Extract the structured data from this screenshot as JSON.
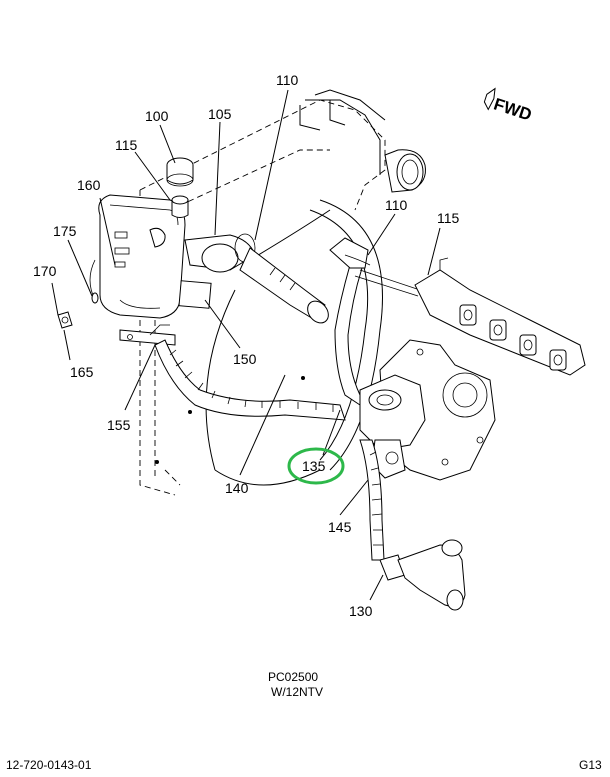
{
  "diagram": {
    "forward_label": "FWD",
    "callouts": {
      "c100": "100",
      "c105": "105",
      "c110a": "110",
      "c110b": "110",
      "c115a": "115",
      "c115b": "115",
      "c160": "160",
      "c175": "175",
      "c170": "170",
      "c165": "165",
      "c150": "150",
      "c155": "155",
      "c140": "140",
      "c135": "135",
      "c145": "145",
      "c130": "130"
    },
    "highlight": {
      "callout": "135",
      "color": "#2db84a"
    }
  },
  "footer": {
    "drawing_code": "PC02500",
    "variant": "W/12NTV",
    "part_number": "12-720-0143-01",
    "sheet": "G13"
  }
}
